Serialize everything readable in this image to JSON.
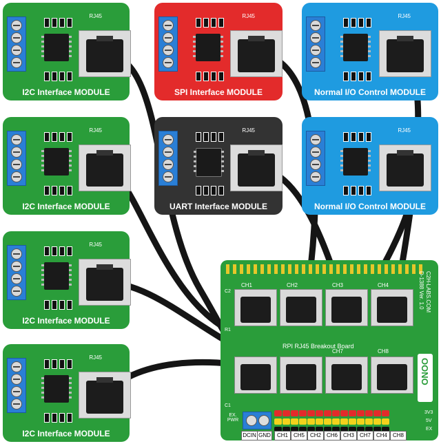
{
  "modules": [
    {
      "id": "m1",
      "title": "I2C Interface MODULE",
      "rj": "RJ45",
      "color": "#2a9d3a"
    },
    {
      "id": "m2",
      "title": "SPI Interface MODULE",
      "rj": "RJ45",
      "color": "#e32b2b"
    },
    {
      "id": "m3",
      "title": "Normal I/O Control MODULE",
      "rj": "RJ45",
      "color": "#1f9be0"
    },
    {
      "id": "m4",
      "title": "I2C Interface MODULE",
      "rj": "RJ45",
      "color": "#2a9d3a"
    },
    {
      "id": "m5",
      "title": "UART Interface MODULE",
      "rj": "RJ45",
      "color": "#333333"
    },
    {
      "id": "m6",
      "title": "Normal I/O Control MODULE",
      "rj": "RJ45",
      "color": "#1f9be0"
    },
    {
      "id": "m7",
      "title": "I2C Interface MODULE",
      "rj": "RJ45",
      "color": "#2a9d3a"
    },
    {
      "id": "m8",
      "title": "I2C Interface MODULE",
      "rj": "RJ45",
      "color": "#2a9d3a"
    }
  ],
  "base": {
    "channels": [
      "CH1",
      "CH2",
      "CH3",
      "CH4",
      "CH5",
      "CH6",
      "CH7",
      "CH8"
    ],
    "model": "D-1388 Ver. 1.0",
    "brand": "C2H-LABS.COM",
    "board_title": "RPI RJ45 Breakout Board",
    "logo": "OONO",
    "power_label": "EX. PWR",
    "c1": "C1",
    "c2": "C2",
    "r1": "R1",
    "rail_labels": [
      "3V3",
      "5V",
      "EX"
    ],
    "terminal_labels": [
      "DCIN",
      "GND"
    ],
    "bottom_pins": [
      "CH1",
      "CH5",
      "CH2",
      "CH6",
      "CH3",
      "CH7",
      "CH4",
      "CH8"
    ]
  }
}
